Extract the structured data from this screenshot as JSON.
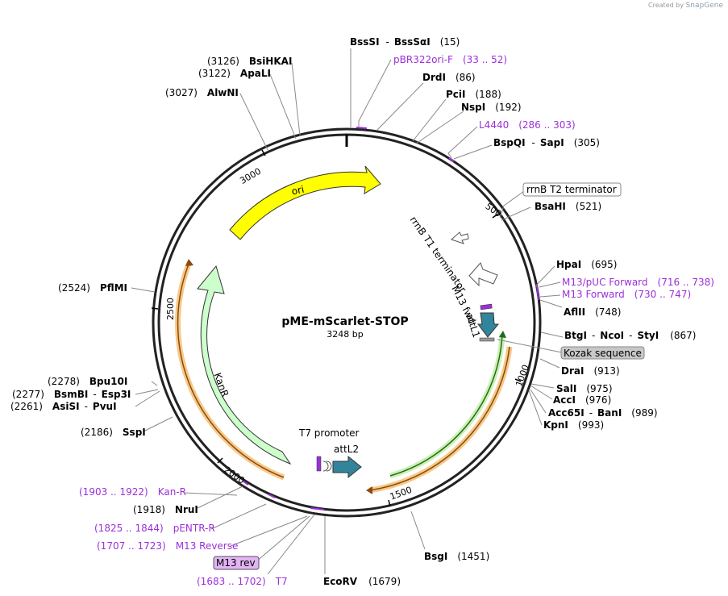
{
  "credit": {
    "prefix": "Created by",
    "brand": "SnapGene"
  },
  "plasmid": {
    "name": "pME-mScarlet-STOP",
    "length": "3248 bp"
  },
  "ticks": [
    "500",
    "1000",
    "1500",
    "2000",
    "2500",
    "3000"
  ],
  "labels": {
    "bsssi": {
      "enzymes": [
        "BssSI",
        "BssSαI"
      ],
      "pos": "(15)"
    },
    "pbr": {
      "name": "pBR322ori-F",
      "range": "(33 .. 52)"
    },
    "drdi": {
      "enzyme": "DrdI",
      "pos": "(86)"
    },
    "pcii": {
      "enzyme": "PciI",
      "pos": "(188)"
    },
    "nspi": {
      "enzyme": "NspI",
      "pos": "(192)"
    },
    "l4440": {
      "name": "L4440",
      "range": "(286 .. 303)"
    },
    "bspqi": {
      "enzymes": [
        "BspQI",
        "SapI"
      ],
      "pos": "(305)"
    },
    "rrnbt2": {
      "name": "rrnB T2 terminator"
    },
    "bsahi": {
      "enzyme": "BsaHI",
      "pos": "(521)"
    },
    "hpai": {
      "enzyme": "HpaI",
      "pos": "(695)"
    },
    "m13puc": {
      "name": "M13/pUC Forward",
      "range": "(716 .. 738)"
    },
    "m13fwdp": {
      "name": "M13 Forward",
      "range": "(730 .. 747)"
    },
    "aflii": {
      "enzyme": "AflII",
      "pos": "(748)"
    },
    "btgi": {
      "enzymes": [
        "BtgI",
        "NcoI",
        "StyI"
      ],
      "pos": "(867)"
    },
    "kozak": {
      "name": "Kozak sequence"
    },
    "drai": {
      "enzyme": "DraI",
      "pos": "(913)"
    },
    "sali": {
      "enzyme": "SalI",
      "pos": "(975)"
    },
    "acci": {
      "enzyme": "AccI",
      "pos": "(976)"
    },
    "acc65i": {
      "enzymes": [
        "Acc65I",
        "BanI"
      ],
      "pos": "(989)"
    },
    "kpni": {
      "enzyme": "KpnI",
      "pos": "(993)"
    },
    "bsgi": {
      "enzyme": "BsgI",
      "pos": "(1451)"
    },
    "ecorv": {
      "enzyme": "EcoRV",
      "pos": "(1679)"
    },
    "t7p": {
      "name": "T7",
      "range": "(1683 .. 1702)"
    },
    "m13rev": {
      "name": "M13 rev"
    },
    "m13reverse": {
      "name": "M13 Reverse",
      "range": "(1707 .. 1723)"
    },
    "pentr": {
      "name": "pENTR-R",
      "range": "(1825 .. 1844)"
    },
    "nrui": {
      "enzyme": "NruI",
      "pos": "(1918)"
    },
    "kanr_p": {
      "name": "Kan-R",
      "range": "(1903 .. 1922)"
    },
    "sspi": {
      "enzyme": "SspI",
      "pos": "(2186)"
    },
    "asisi": {
      "enzymes": [
        "AsiSI",
        "PvuI"
      ],
      "pos": "(2261)"
    },
    "bsmbi": {
      "enzymes": [
        "BsmBI",
        "Esp3I"
      ],
      "pos": "(2277)"
    },
    "bpu10i": {
      "enzyme": "Bpu10I",
      "pos": "(2278)"
    },
    "pflmi": {
      "enzyme": "PflMI",
      "pos": "(2524)"
    },
    "alwni": {
      "enzyme": "AlwNI",
      "pos": "(3027)"
    },
    "apali": {
      "enzyme": "ApaLI",
      "pos": "(3122)"
    },
    "bsihkai": {
      "enzyme": "BsiHKAI",
      "pos": "(3126)"
    }
  },
  "features": {
    "ori": "ori",
    "kanr": "KanR",
    "rrnbt1": "rrnB T1 terminator",
    "m13fwd": "M13 fwd",
    "attl1": "attL1",
    "t7promoter": "T7 promoter",
    "attl2": "attL2"
  },
  "colors": {
    "ori": "#ffff00",
    "kanr": "#ccffcc",
    "attl": "#31849b",
    "primer": "#9b30d9",
    "primer_box": "#e3b4f5",
    "kozak_box": "#c8c8c8",
    "orf_outer": "#f7c987",
    "orf_line": "#8a4a12",
    "gfp_outer": "#cdf0b3",
    "gfp_line": "#1e6b1e"
  }
}
